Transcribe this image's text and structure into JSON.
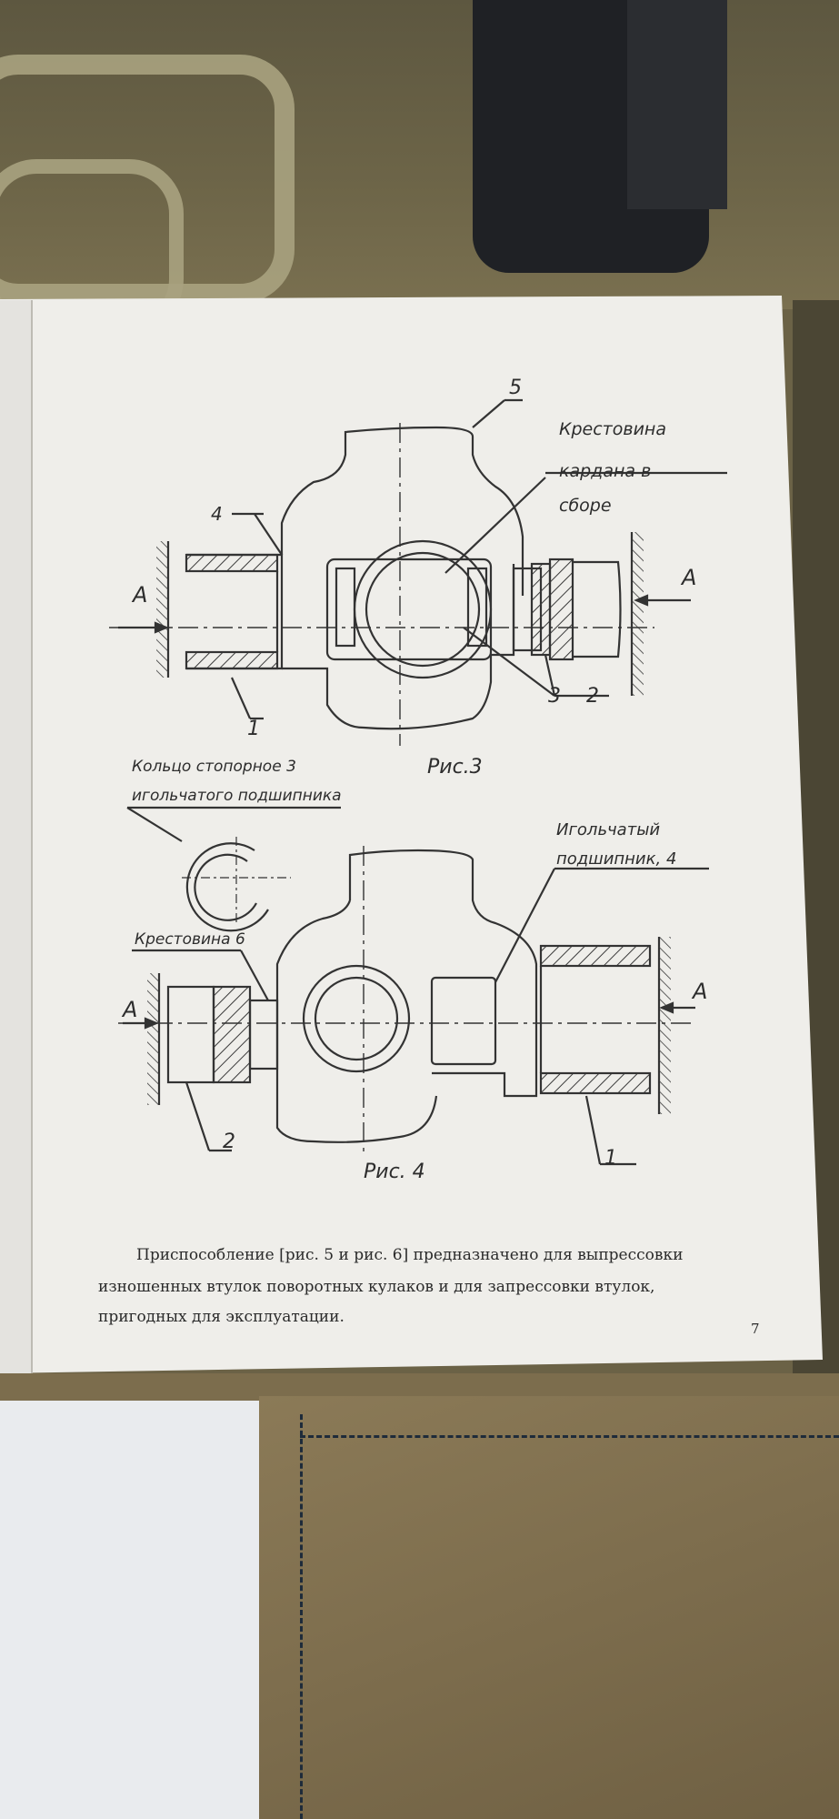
{
  "figure3": {
    "caption": "Рис.3",
    "label_5": "5",
    "label_4": "4",
    "label_3": "3",
    "label_2": "2",
    "label_1": "1",
    "label_A_left": "A",
    "label_A_right": "A",
    "callout_line1": "Крестовина",
    "callout_line2": "кардана в",
    "callout_line3": "сборе"
  },
  "ring_note": {
    "line1": "Кольцо стопорное 3",
    "line2": "игольчатого подшипника"
  },
  "figure4": {
    "caption": "Рис. 4",
    "callout_bearing_line1": "Игольчатый",
    "callout_bearing_line2": "подшипник, 4",
    "callout_cross": "Крестовина 6",
    "label_A_left": "A",
    "label_A_right": "A",
    "label_2": "2",
    "label_1": "1"
  },
  "body_text": {
    "line1": "Приспособление [рис. 5 и рис. 6] предназначено для выпрессовки",
    "line2": "изношенных втулок поворотных кулаков и для запрессовки втулок,",
    "line3": "пригодных для эксплуатации."
  },
  "page_number": "7"
}
